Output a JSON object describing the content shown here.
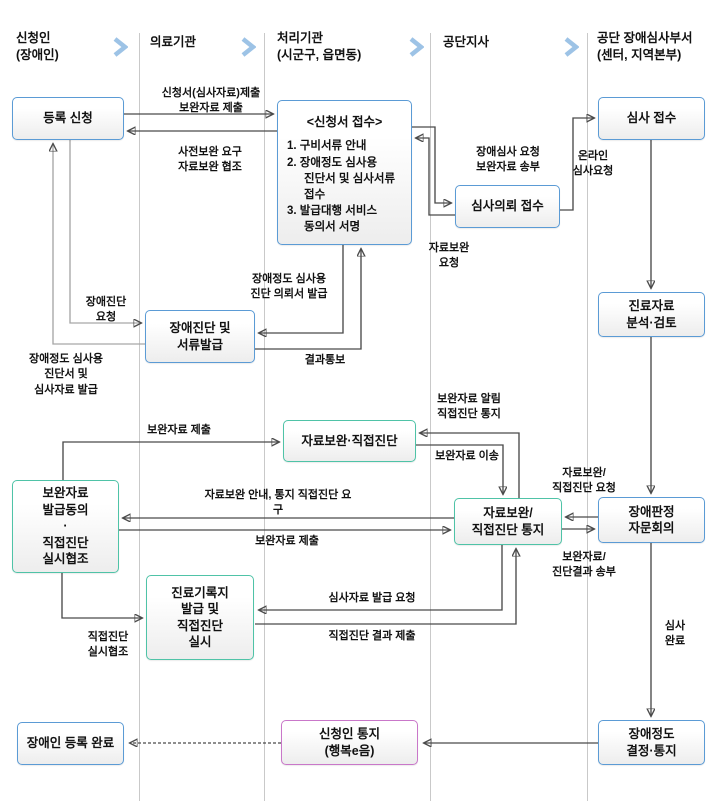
{
  "lanes": [
    {
      "label": "신청인\n(장애인)"
    },
    {
      "label": "의료기관"
    },
    {
      "label": "처리기관\n(시군구, 읍면동)"
    },
    {
      "label": "공단지사"
    },
    {
      "label": "공단 장애심사부서\n(센터, 지역본부)"
    }
  ],
  "nodes": {
    "register": "등록 신청",
    "intake": {
      "title": "<신청서 접수>",
      "items": [
        "1. 구비서류 안내",
        "2. 장애정도 심사용\n진단서 및 심사서류\n접수",
        "3. 발급대행 서비스\n동의서 서명"
      ]
    },
    "review_intake": "심사 접수",
    "review_request_intake": "심사의뢰 접수",
    "data_analysis": "진료자료\n분석·검토",
    "diagnosis": "장애진단 및\n서류발급",
    "supplement_direct": "자료보완·직접진단",
    "consent": "보완자료\n발급동의\n·\n직접진단\n실시협조",
    "supplement_notice": "자료보완/\n직접진단 통지",
    "judgment_council": "장애판정\n자문회의",
    "medical_record": "진료기록지\n발급 및\n직접진단\n실시",
    "registration_complete": "장애인 등록 완료",
    "applicant_notice": "신청인 통지\n(행복e음)",
    "decision_notice": "장애정도\n결정·통지"
  },
  "edge_labels": {
    "submit_application": "신청서(심사자료)제출\n보완자료 제출",
    "pre_supplement": "사전보완 요구\n자료보완 협조",
    "diagnosis_request": "장애진단\n요청",
    "issue_documents": "장애정도 심사용\n진단서 및\n심사자료 발급",
    "issue_referral": "장애정도 심사용\n진단 의뢰서 발급",
    "result_notice": "결과통보",
    "review_request": "장애심사 요청\n보완자료 송부",
    "data_supplement_request": "자료보완\n요청",
    "online_review_request": "온라인\n심사요청",
    "supplement_alert": "보완자료 알림\n직접진단 통지",
    "supplement_transfer": "보완자료 이송",
    "supplement_submit_upper": "보완자료 제출",
    "supplement_guide": "자료보완 안내, 통지 직접진단 요구",
    "supplement_submit_lower": "보완자료 제출",
    "direct_exam_cooperation": "직접진단\n실시협조",
    "review_data_issue_request": "심사자료 발급 요청",
    "direct_exam_result": "직접진단 결과 제출",
    "supplement_direct_request": "자료보완/\n직접진단 요청",
    "supplement_result_send": "보완자료/\n진단결과 송부",
    "review_complete": "심사\n완료"
  },
  "colors": {
    "blue_border": "#5b9bd5",
    "teal_border": "#4fc3a7",
    "magenta_border": "#c977c9",
    "arrow": "#4a4a4a",
    "arrow_light": "#a6a6a6",
    "chevron": "#9dc3e6",
    "lane_divider": "#c9c9c9"
  }
}
